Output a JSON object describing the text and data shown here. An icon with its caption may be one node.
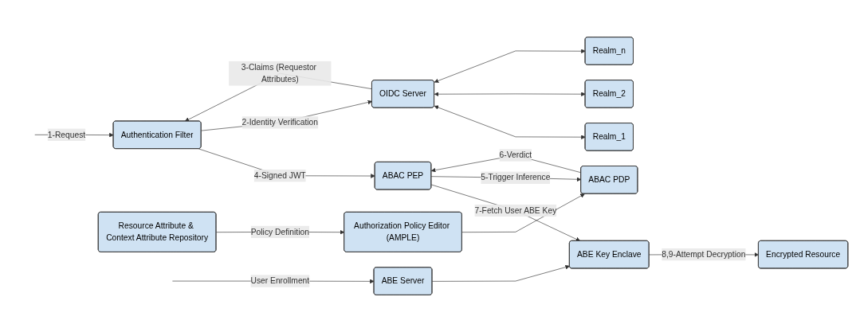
{
  "diagram": {
    "nodes": [
      {
        "text": [
          "Authentication Filter"
        ]
      },
      {
        "text": [
          "ABAC PEP"
        ]
      },
      {
        "text": [
          "ABE Key Enclave"
        ]
      },
      {
        "text": [
          "Encrypted Resource"
        ]
      },
      {
        "text": [
          "OIDC Server"
        ]
      },
      {
        "text": [
          "ABAC PDP"
        ]
      },
      {
        "text": [
          "ABE Server"
        ]
      },
      {
        "text": [
          "Realm_1"
        ]
      },
      {
        "text": [
          "Realm_2"
        ]
      },
      {
        "text": [
          "Realm_n"
        ]
      },
      {
        "text": [
          "Authorization Policy Editor (AMPLE)"
        ]
      },
      {
        "text": [
          "Resource Attribute & Context Attribute Repository"
        ]
      }
    ],
    "edges": [
      {
        "from": null,
        "to": 0,
        "arrow": "to",
        "label": "1-Request"
      },
      {
        "from": 0,
        "to": 1,
        "arrow": "to",
        "label": "4-Signed JWT"
      },
      {
        "from": 1,
        "to": 2,
        "arrow": "to",
        "label": "7-Fetch User ABE Key"
      },
      {
        "from": 2,
        "to": 3,
        "arrow": "to",
        "label": "8,9-Attempt Decryption"
      },
      {
        "from": 0,
        "to": 4,
        "arrow": "to",
        "label": "2-Identity Verification"
      },
      {
        "from": 4,
        "to": 0,
        "arrow": "to",
        "label": "3-Claims (Requestor Attributes)"
      },
      {
        "from": 1,
        "to": 5,
        "arrow": "to",
        "label": "5-Trigger Inference"
      },
      {
        "from": 5,
        "to": 1,
        "arrow": "to",
        "label": "6-Verdict"
      },
      {
        "from": 6,
        "to": 2,
        "arrow": "to"
      },
      {
        "from": null,
        "to": 6,
        "arrow": "to",
        "label": "User Enrollment"
      },
      {
        "from": 4,
        "to": 7,
        "arrow": "both"
      },
      {
        "from": 4,
        "to": 8,
        "arrow": "both"
      },
      {
        "from": 4,
        "to": 9,
        "arrow": "both"
      },
      {
        "from": 10,
        "to": 5,
        "arrow": "to"
      },
      {
        "from": 11,
        "to": 10,
        "arrow": "to",
        "label": "Policy Definition"
      }
    ]
  }
}
